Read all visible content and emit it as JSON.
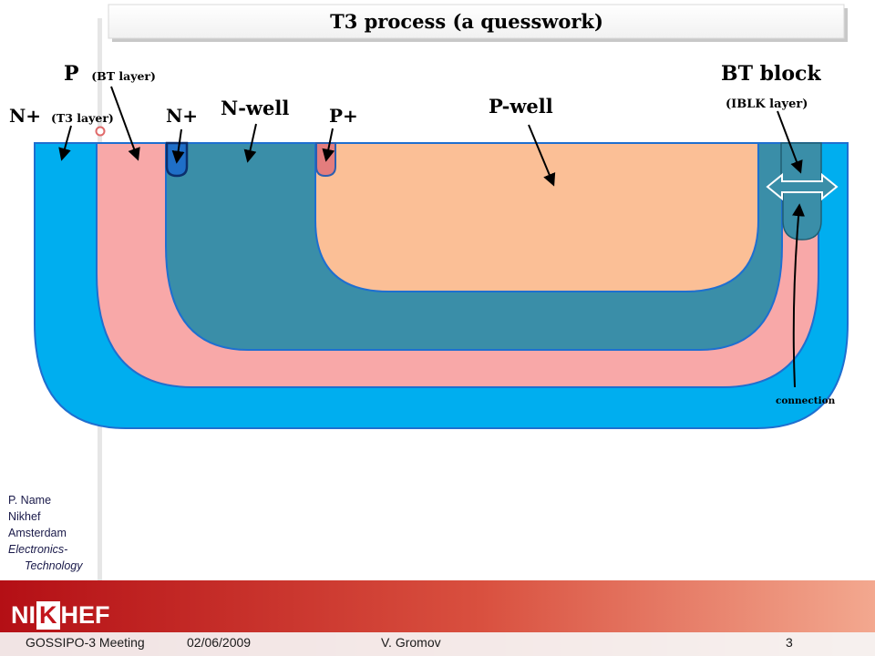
{
  "title": "T3 process (a quesswork)",
  "labels": {
    "p_main": "P",
    "p_sub": "(BT layer)",
    "bt_block": "BT block",
    "iblk": "(IBLK layer)",
    "nplus_t3_main": "N+",
    "nplus_t3_sub": "(T3 layer)",
    "nplus": "N+",
    "nwell": "N-well",
    "pplus": "P+",
    "pwell": "P-well",
    "connection": "connection"
  },
  "sidebar": [
    "P. Name",
    "Nikhef",
    "Amsterdam",
    "Electronics-",
    "Technology"
  ],
  "footer": {
    "meeting": "GOSSIPO-3 Meeting",
    "date": "02/06/2009",
    "author": "V. Gromov",
    "page": "3"
  },
  "logo": {
    "left": "NI",
    "middle": "K",
    "right": "HEF"
  },
  "colors": {
    "nplus_t3": "#00aeef",
    "p_layer": "#f8a8a8",
    "nwell": "#3a8ea8",
    "pwell": "#fbbf96",
    "nplus": "#1f6fc8",
    "pplus": "#e37d7d",
    "outline": "#1e6fd0",
    "footer_red": "#c3141b"
  }
}
